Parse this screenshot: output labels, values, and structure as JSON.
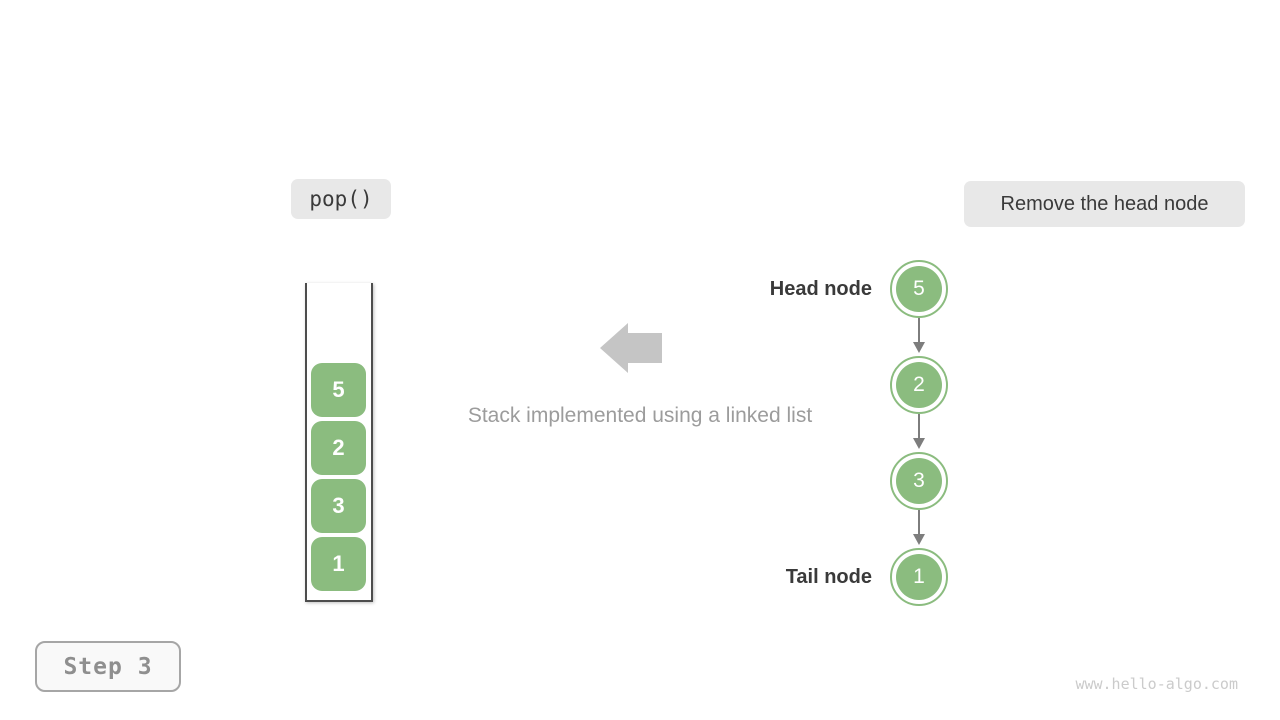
{
  "badges": {
    "operation": "pop()",
    "annotation": "Remove the head node"
  },
  "stack": {
    "items": [
      "5",
      "2",
      "3",
      "1"
    ]
  },
  "caption": "Stack implemented using a linked list",
  "linked_list": {
    "head_label": "Head node",
    "tail_label": "Tail node",
    "nodes": [
      "5",
      "2",
      "3",
      "1"
    ]
  },
  "step": {
    "label": "Step 3"
  },
  "watermark": "www.hello-algo.com",
  "icons": {
    "big_arrow": "left-block-arrow",
    "node_connector": "arrow-down"
  },
  "colors": {
    "node_green": "#8bbc7f",
    "badge_bg": "#e8e8e8",
    "arrow_gray": "#c5c5c5",
    "connector_gray": "#7d7d7d",
    "text_dark": "#3a3a3a",
    "text_gray": "#9c9c9c"
  }
}
